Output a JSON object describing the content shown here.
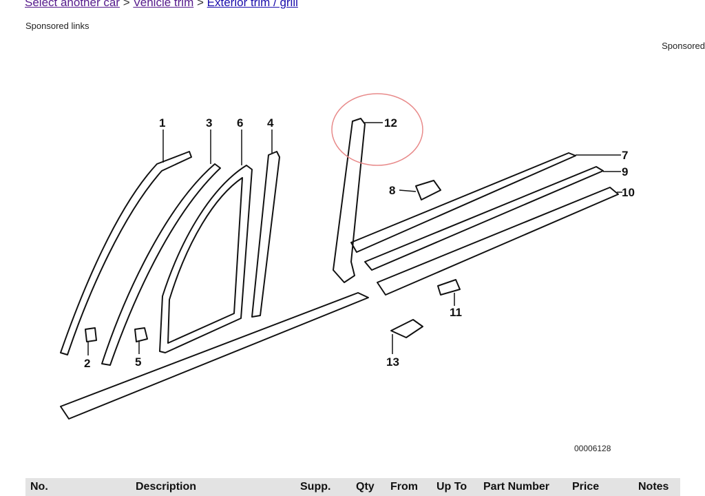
{
  "breadcrumb": {
    "items": [
      "Select another car",
      "Vehicle trim",
      "Exterior trim / grill"
    ],
    "separator": ">"
  },
  "sponsored_links": "Sponsored links",
  "sponsored": "Sponsored",
  "diagram": {
    "callouts": [
      "1",
      "3",
      "6",
      "4",
      "12",
      "7",
      "9",
      "10",
      "8",
      "11",
      "2",
      "5",
      "13"
    ],
    "code": "00006128",
    "highlight_color": "#e88a8a"
  },
  "table": {
    "headers": [
      "No.",
      "Description",
      "Supp.",
      "Qty",
      "From",
      "Up To",
      "Part Number",
      "Price",
      "Notes"
    ]
  }
}
